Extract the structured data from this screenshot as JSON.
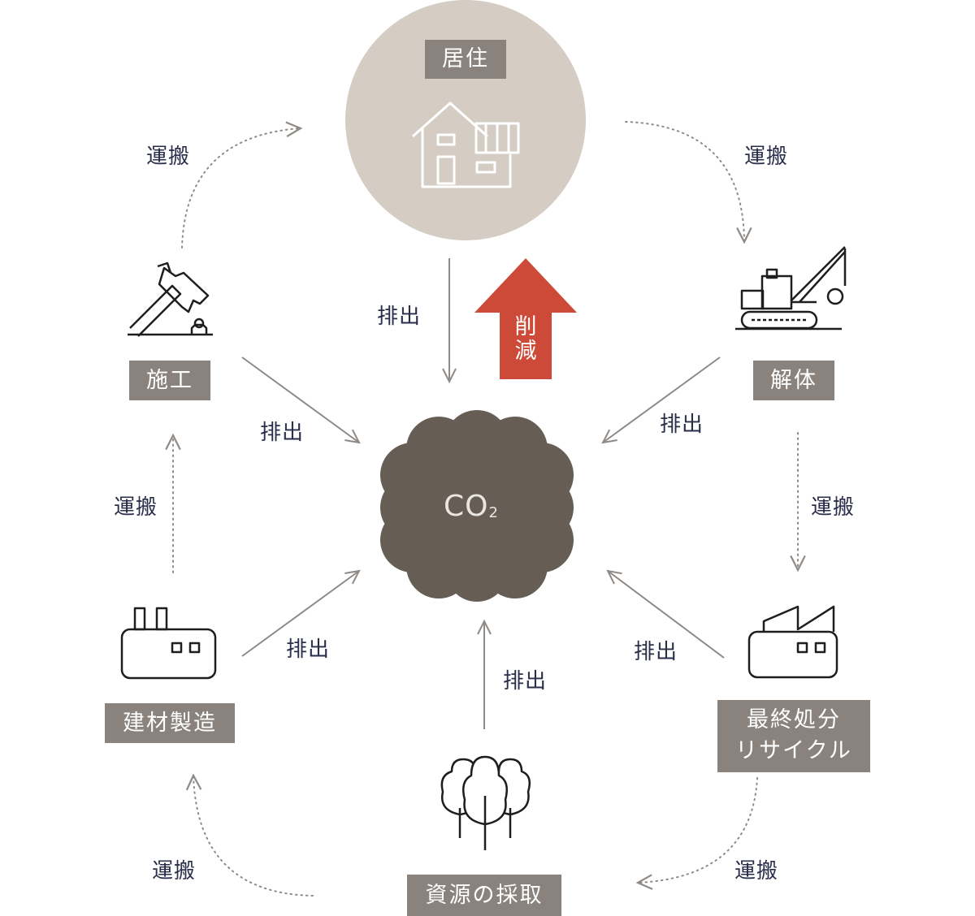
{
  "center": {
    "co2": "CO",
    "co2_subscript": "2"
  },
  "stages": {
    "residence": "居住",
    "construction": "施工",
    "demolition": "解体",
    "material_manufacturing": "建材製造",
    "disposal": {
      "line1": "最終処分",
      "line2": "リサイクル"
    },
    "resource_extraction": "資源の採取"
  },
  "flows": {
    "transport": "運搬",
    "emission": "排出",
    "reduction": "削減"
  },
  "colors": {
    "circle_fill": "#d5ccc4",
    "cloud_fill": "#665d55",
    "label_bg": "#8a837d",
    "reduction_arrow": "#cd4a38",
    "text": "#2b2e4a",
    "arrow": "#8f8a86"
  },
  "icons": [
    "house-icon",
    "hammer-icon",
    "crane-icon",
    "factory-icon",
    "factory-plant-icon",
    "trees-icon"
  ]
}
